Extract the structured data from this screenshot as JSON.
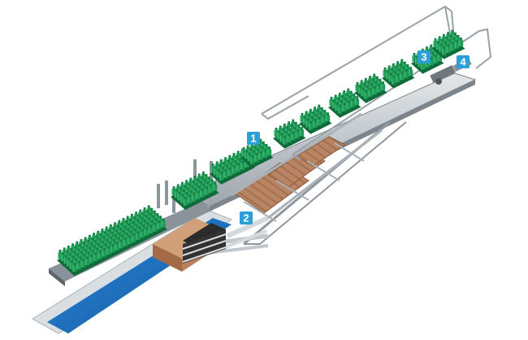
{
  "diagram": {
    "markers": [
      {
        "label": "1"
      },
      {
        "label": "2"
      },
      {
        "label": "3"
      },
      {
        "label": "4"
      }
    ]
  },
  "colors": {
    "marker": "#2a9fd8",
    "bottle_green": "#1e9a55",
    "bottle_dark": "#0e6e3a",
    "floor_blue": "#1a6fc0",
    "steel": "#b9c0c7",
    "steel_dark": "#6e767e",
    "pallet_wood": "#b07a55",
    "slipsheet": "#c8946c",
    "black": "#222222"
  },
  "icons": [
    "bottle-pack-icon",
    "pallet-icon",
    "conveyor-rail-icon",
    "callout-marker-icon"
  ]
}
